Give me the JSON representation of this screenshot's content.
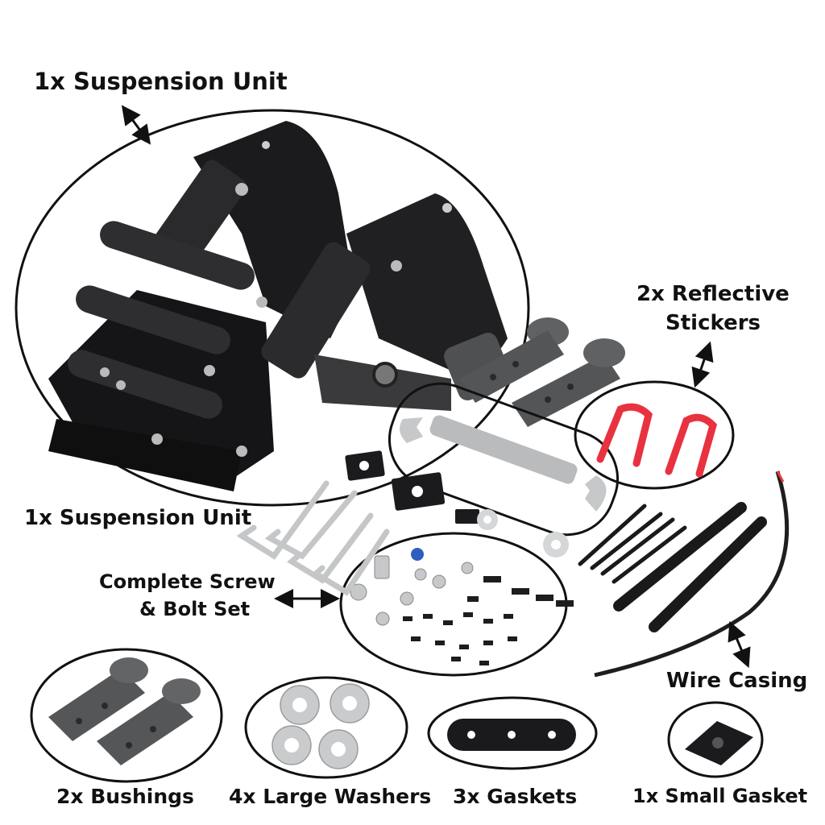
{
  "labels": {
    "suspension_top": "1x Suspension Unit",
    "suspension_mid": "1x Suspension Unit",
    "reflective_line1": "2x Reflective",
    "reflective_line2": "Stickers",
    "screw_line1": "Complete Screw",
    "screw_line2": "& Bolt Set",
    "wire_casing": "Wire Casing",
    "bushings": "2x Bushings",
    "washers": "4x Large Washers",
    "gaskets": "3x Gaskets",
    "small_gasket": "1x Small Gasket"
  },
  "colors": {
    "text": "#111111",
    "metal_dark": "#1c1c1e",
    "rubber_grey": "#5a5b5d",
    "steel": "#c9cbcd",
    "sticker_red": "#e8323f"
  }
}
